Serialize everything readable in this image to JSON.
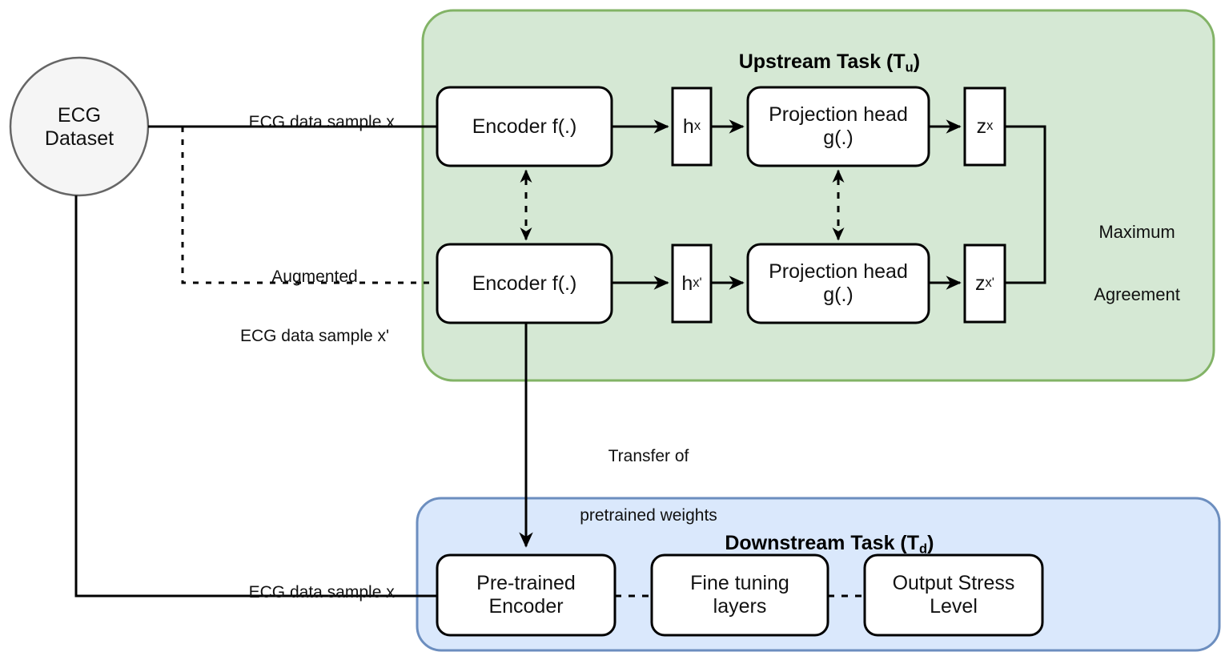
{
  "figure": {
    "type": "flow-diagram",
    "title": "Self-supervised contrastive learning pipeline for ECG stress level classification"
  },
  "source_node": {
    "label": "ECG\nDataset",
    "line1": "ECG",
    "line2": "Dataset",
    "shape": "circle",
    "fill": "#f5f5f5",
    "stroke": "#666666"
  },
  "upstream": {
    "title_text": "Upstream Task (T",
    "title_sub": "u",
    "title_close": ")",
    "fill": "#d5e8d4",
    "stroke": "#82b366",
    "top_row": {
      "encoder": "Encoder f(.)",
      "h_text": "h",
      "h_sub": "x",
      "projection_line1": "Projection head",
      "projection_line2": "g(.)",
      "z_text": "z",
      "z_sub": "x"
    },
    "bottom_row": {
      "encoder": "Encoder f(.)",
      "h_text": "h",
      "h_sub": "x'",
      "projection_line1": "Projection head",
      "projection_line2": "g(.)",
      "z_text": "z",
      "z_sub": "x'"
    },
    "agreement_line1": "Maximum",
    "agreement_line2": "Agreement"
  },
  "downstream": {
    "title_text": "Downstream Task (T",
    "title_sub": "d",
    "title_close": ")",
    "fill": "#dae8fc",
    "stroke": "#6c8ebf",
    "nodes": [
      {
        "line1": "Pre-trained",
        "line2": "Encoder"
      },
      {
        "line1": "Fine tuning",
        "line2": "layers"
      },
      {
        "line1": "Output Stress",
        "line2": "Level"
      }
    ]
  },
  "edge_labels": {
    "sample_x_top": "ECG data sample x",
    "augmented_line1": "Augmented",
    "augmented_line2": "ECG data sample x'",
    "transfer_line1": "Transfer of",
    "transfer_line2": "pretrained weights",
    "sample_x_bottom": "ECG data sample x"
  },
  "colors": {
    "line": "#000000",
    "text": "#111111",
    "node_fill": "#ffffff",
    "node_stroke": "#000000"
  }
}
